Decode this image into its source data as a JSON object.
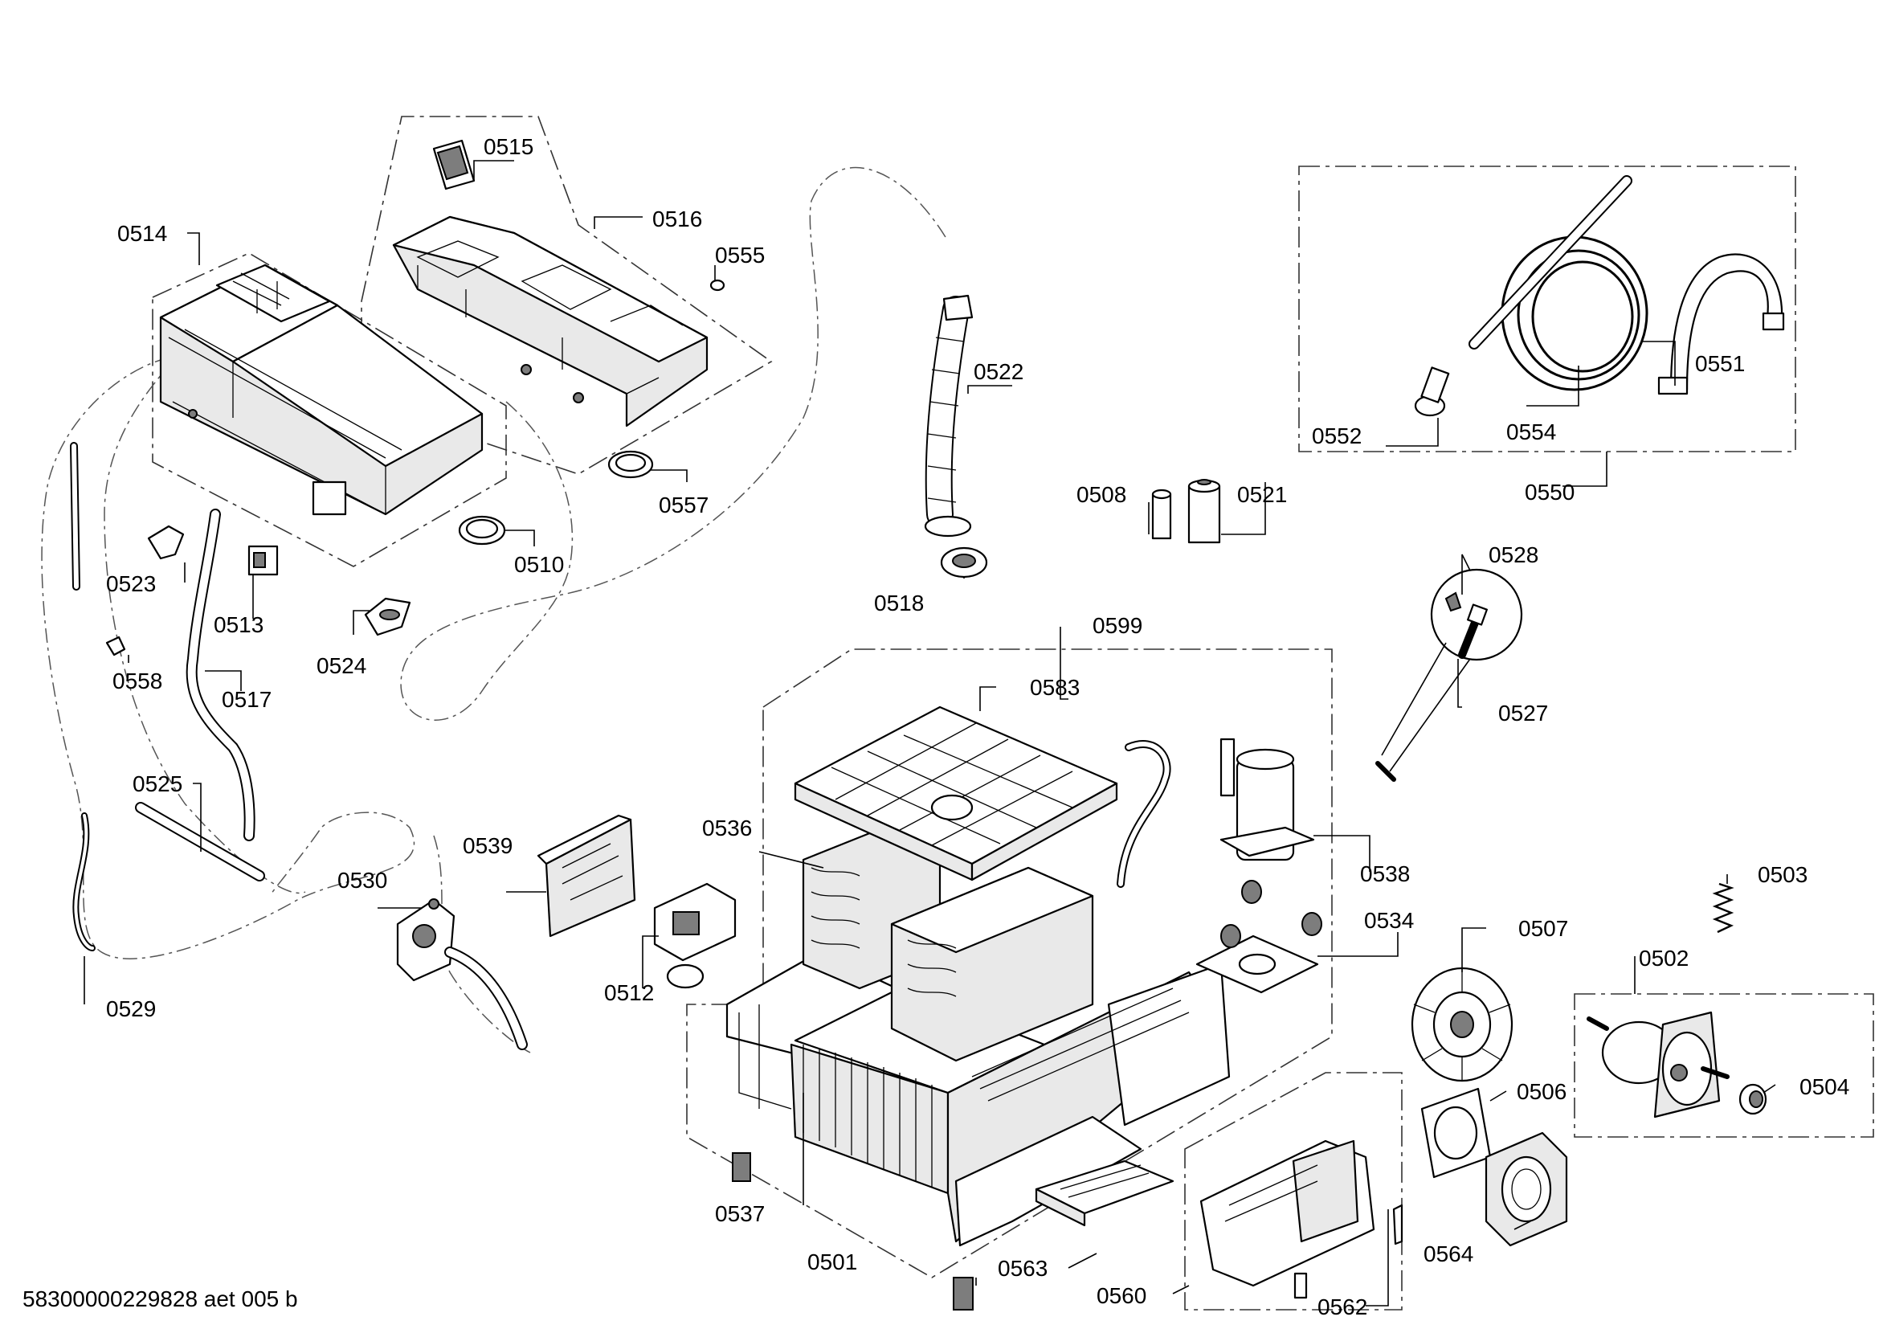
{
  "document_id": "58300000229828 aet 005 b",
  "part_labels": {
    "p0501": "0501",
    "p0502": "0502",
    "p0503": "0503",
    "p0504": "0504",
    "p0506": "0506",
    "p0507": "0507",
    "p0508": "0508",
    "p0510": "0510",
    "p0512": "0512",
    "p0513": "0513",
    "p0514": "0514",
    "p0515": "0515",
    "p0516": "0516",
    "p0517": "0517",
    "p0518": "0518",
    "p0521": "0521",
    "p0522": "0522",
    "p0523": "0523",
    "p0524": "0524",
    "p0525": "0525",
    "p0527": "0527",
    "p0528": "0528",
    "p0529": "0529",
    "p0530": "0530",
    "p0534": "0534",
    "p0536": "0536",
    "p0537": "0537",
    "p0538": "0538",
    "p0539": "0539",
    "p0550": "0550",
    "p0551": "0551",
    "p0552": "0552",
    "p0554": "0554",
    "p0555": "0555",
    "p0557": "0557",
    "p0558": "0558",
    "p0560": "0560",
    "p0562": "0562",
    "p0563": "0563",
    "p0564": "0564",
    "p0583": "0583",
    "p0599": "0599"
  }
}
